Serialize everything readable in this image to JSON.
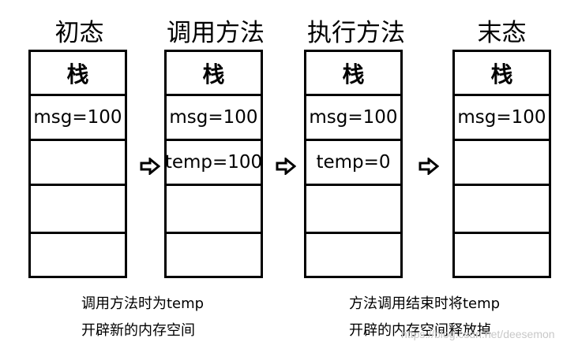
{
  "stages": [
    {
      "title": "初态",
      "header": "栈",
      "cells": [
        "msg=100",
        "",
        "",
        ""
      ]
    },
    {
      "title": "调用方法",
      "header": "栈",
      "cells": [
        "msg=100",
        "temp=100",
        "",
        ""
      ]
    },
    {
      "title": "执行方法",
      "header": "栈",
      "cells": [
        "msg=100",
        "temp=0",
        "",
        ""
      ]
    },
    {
      "title": "末态",
      "header": "栈",
      "cells": [
        "msg=100",
        "",
        "",
        ""
      ]
    }
  ],
  "notes": {
    "left": [
      "调用方法时为temp",
      "开辟新的内存空间"
    ],
    "right": [
      "方法调用结束时将temp",
      "开辟的内存空间释放掉"
    ]
  },
  "watermark": "https://blog.csdn.net/deesemon",
  "arrow_icon": "hollow-right-arrow-icon"
}
